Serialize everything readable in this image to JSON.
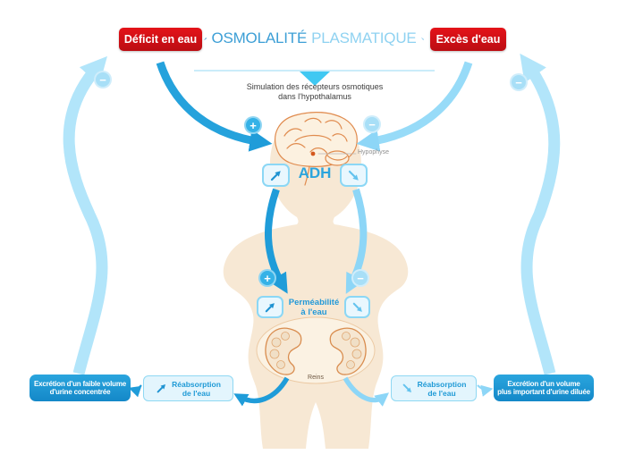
{
  "header": {
    "deficit_label": "Déficit en eau",
    "title_main": "OSMOLALITÉ",
    "title_secondary": "PLASMATIQUE",
    "exces_label": "Excès d'eau"
  },
  "hypothalamus": {
    "caption_line1": "Simulation des récepteurs osmotiques",
    "caption_line2": "dans l'hypothalamus",
    "hypophyse_label": "Hypophyse"
  },
  "adh": {
    "label": "ADH"
  },
  "permeabilite": {
    "line1": "Perméabilité",
    "line2": "à l'eau"
  },
  "reins": {
    "label": "Reins"
  },
  "left_branch": {
    "reabsorption_line1": "Réabsorption",
    "reabsorption_line2": "de l'eau",
    "excretion_line1": "Excrétion d'un faible volume",
    "excretion_line2": "d'urine concentrée"
  },
  "right_branch": {
    "reabsorption_line1": "Réabsorption",
    "reabsorption_line2": "de l'eau",
    "excretion_line1": "Excrétion d'un volume",
    "excretion_line2": "plus important d'urine diluée"
  },
  "symbols": {
    "plus": "+",
    "minus": "−"
  },
  "icons": {
    "trend_up": "↗",
    "trend_down": "↘"
  },
  "colors": {
    "red_box": "#d01117",
    "blue_dark": "#1f9cd9",
    "blue_light": "#8dd6f7",
    "blue_loop": "#b2e5fa",
    "blue_text": "#2299d8",
    "body_beige": "#f7e8d4",
    "organ_orange": "#d98d4f"
  }
}
